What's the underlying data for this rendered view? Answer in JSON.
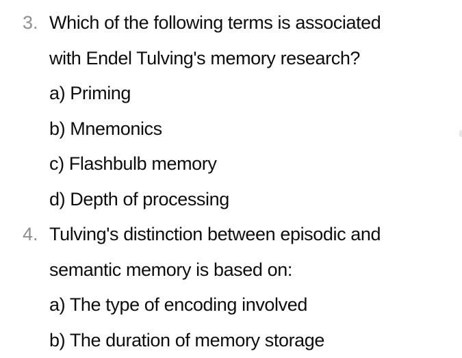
{
  "questions": [
    {
      "number": "3.",
      "lines": [
        "Which of the following terms is associated",
        "with Endel Tulving's memory research?"
      ],
      "options": [
        "a) Priming",
        "b) Mnemonics",
        "c) Flashbulb memory",
        "d) Depth of processing"
      ]
    },
    {
      "number": "4.",
      "lines": [
        "Tulving's distinction between episodic and",
        "semantic memory is based on:"
      ],
      "options": [
        "a) The type of encoding involved",
        "b) The duration of memory storage"
      ]
    }
  ],
  "colors": {
    "text": "#0d0d0d",
    "marker": "#8e8e8e",
    "background": "#ffffff"
  }
}
